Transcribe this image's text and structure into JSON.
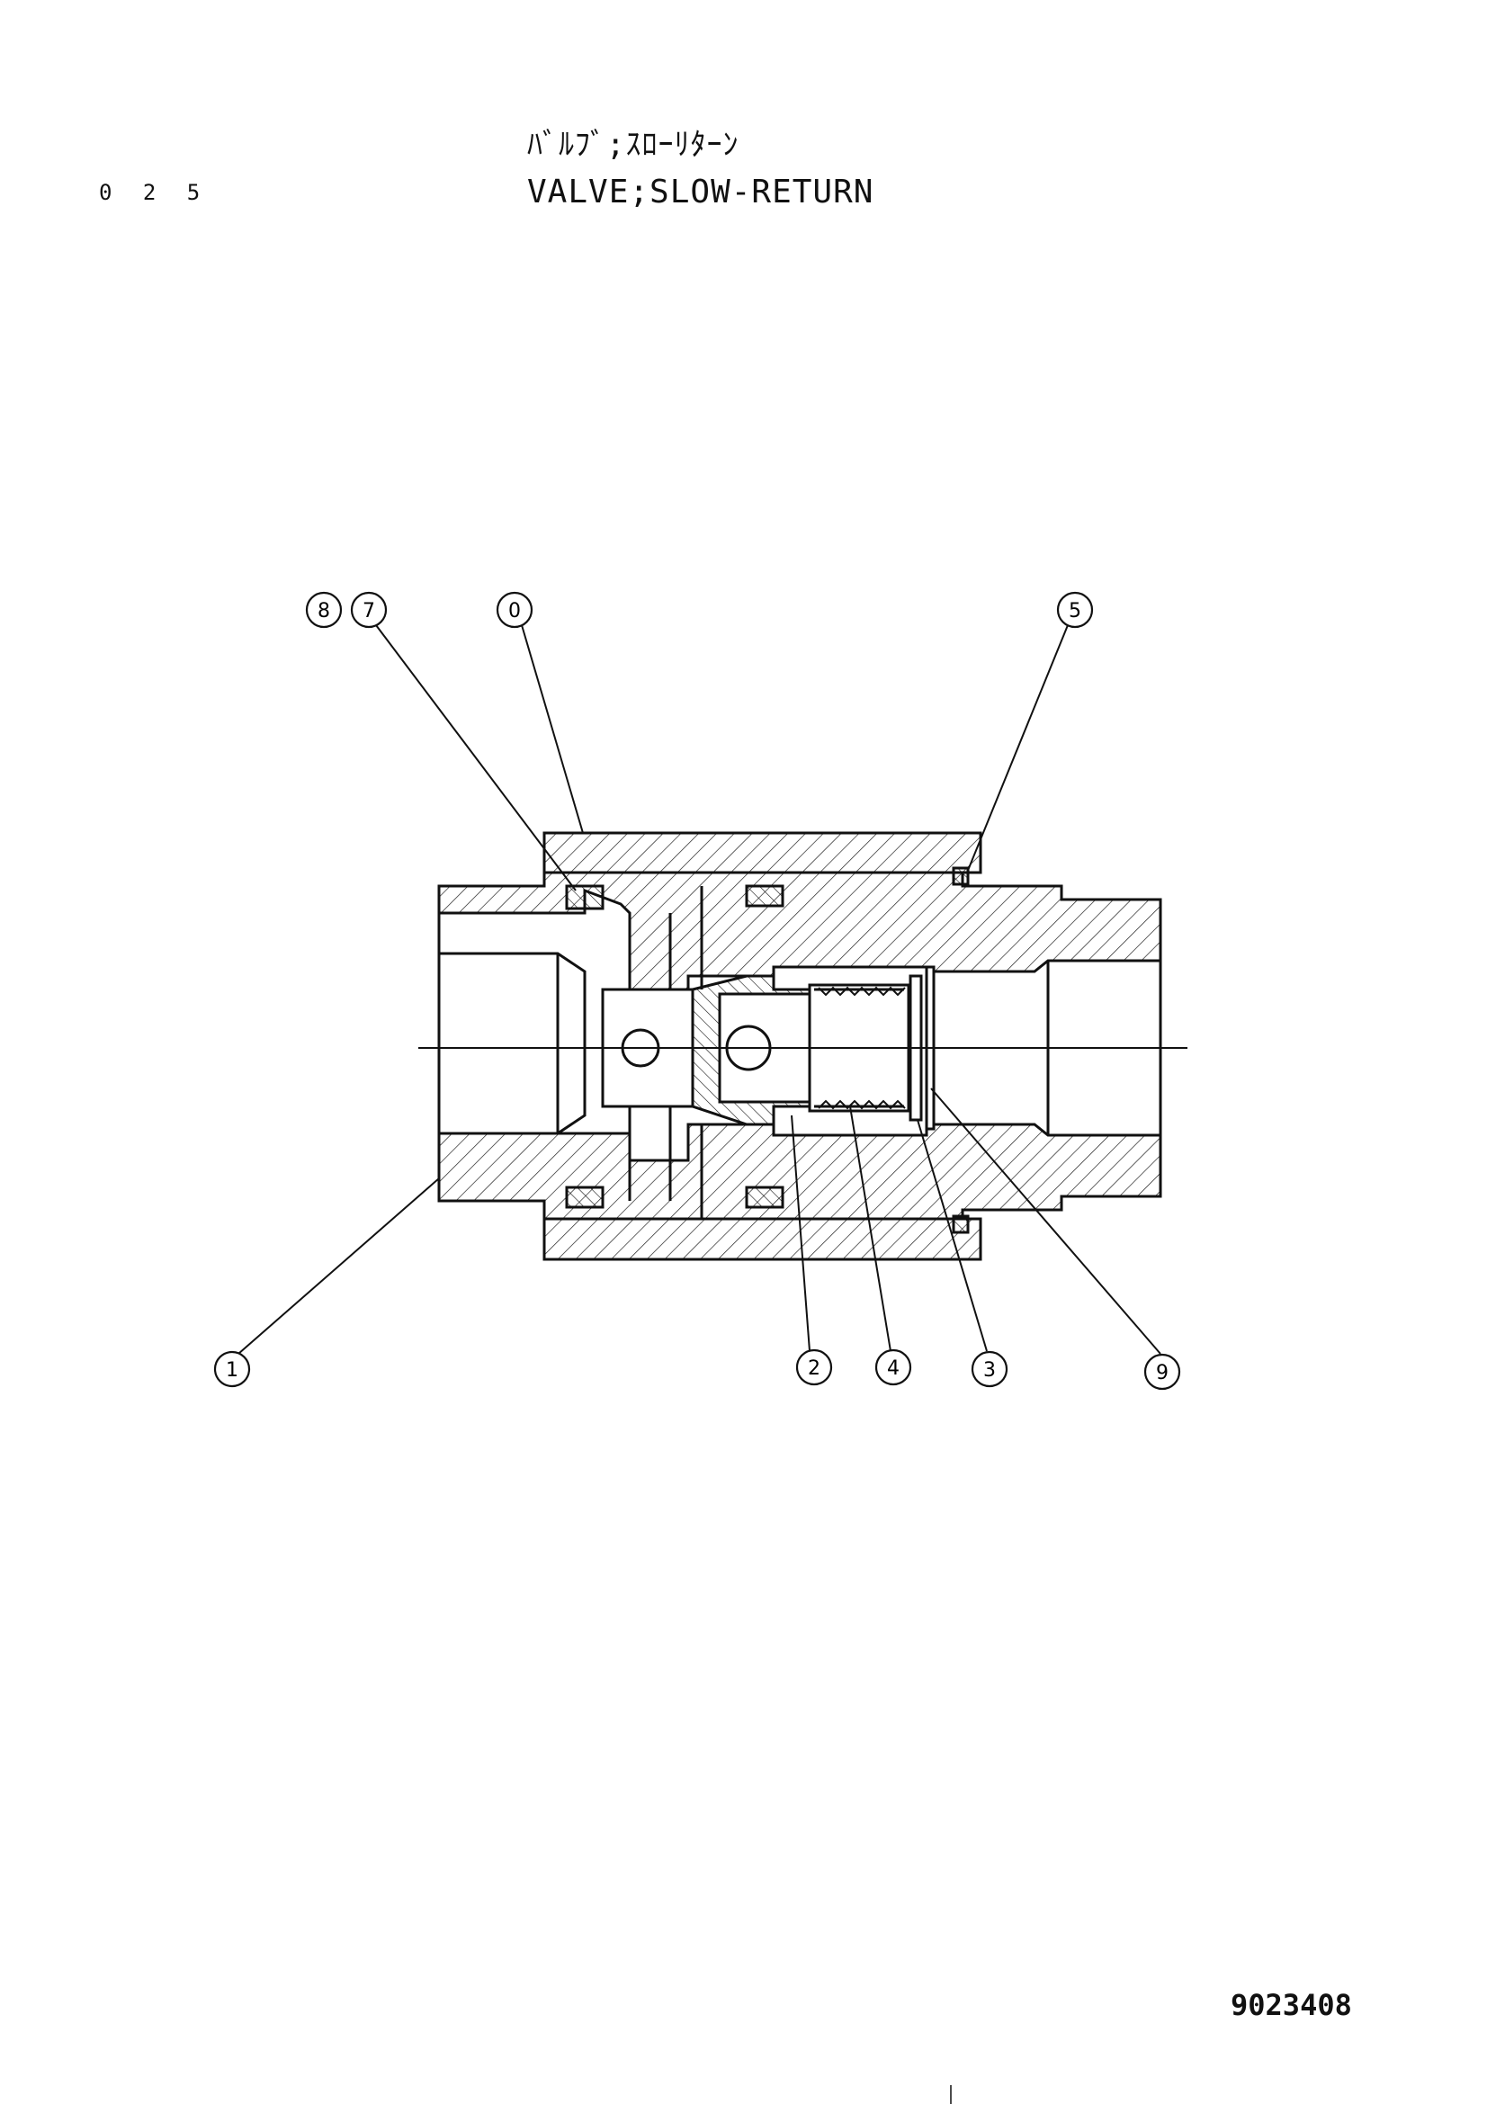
{
  "header": {
    "page_number": "0 2 5",
    "title_jp": "ﾊﾞﾙﾌﾞ;ｽﾛｰﾘﾀｰﾝ",
    "title_en": "VALVE;SLOW-RETURN"
  },
  "footer": {
    "drawing_code": "9023408"
  },
  "callouts": [
    {
      "id": "callout-8",
      "label": "8"
    },
    {
      "id": "callout-7",
      "label": "7"
    },
    {
      "id": "callout-0",
      "label": "0"
    },
    {
      "id": "callout-5",
      "label": "5"
    },
    {
      "id": "callout-1",
      "label": "1"
    },
    {
      "id": "callout-2",
      "label": "2"
    },
    {
      "id": "callout-4",
      "label": "4"
    },
    {
      "id": "callout-3",
      "label": "3"
    },
    {
      "id": "callout-9",
      "label": "9"
    }
  ],
  "colors": {
    "ink": "#111111",
    "paper": "#ffffff"
  }
}
